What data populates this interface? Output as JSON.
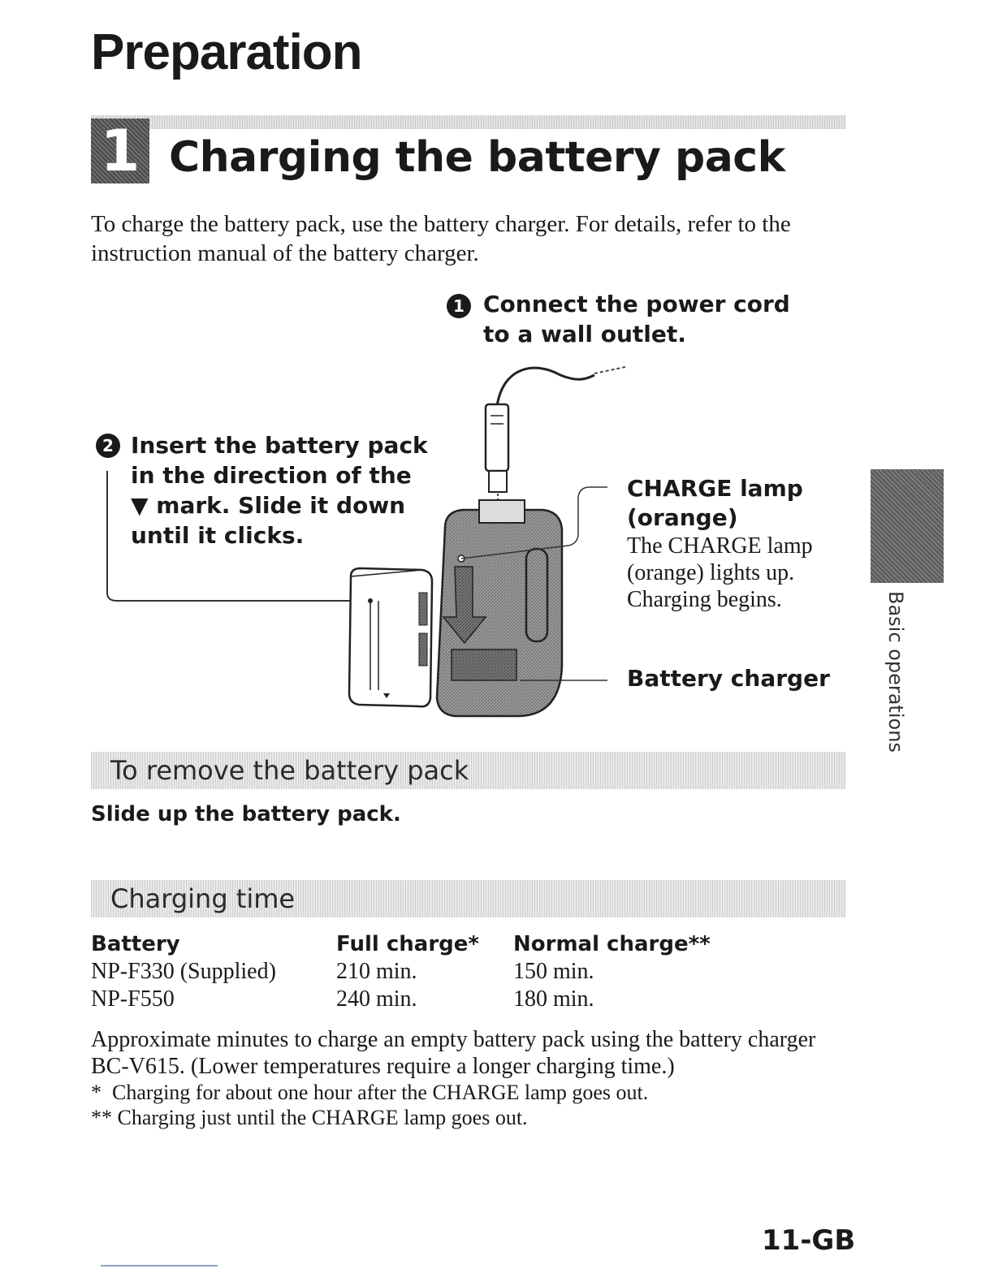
{
  "page": {
    "title": "Preparation",
    "page_number": "11-GB",
    "side_tab_label": "Basic operations"
  },
  "section": {
    "number": "1",
    "title": "Charging the battery pack",
    "intro": "To charge the battery pack, use the battery charger. For details, refer to the instruction manual of the battery charger."
  },
  "steps": [
    {
      "marker": "1",
      "lines": [
        "Connect the power cord",
        "to a wall outlet."
      ]
    },
    {
      "marker": "2",
      "lines": [
        "Insert the battery pack",
        "in the direction of the",
        "▼ mark. Slide it down",
        "until it clicks."
      ]
    }
  ],
  "callouts": {
    "charge_lamp": {
      "heading": [
        "CHARGE lamp",
        "(orange)"
      ],
      "body": [
        "The CHARGE lamp",
        "(orange) lights up.",
        "Charging begins."
      ]
    },
    "battery_charger": {
      "heading": "Battery charger"
    }
  },
  "remove": {
    "heading": "To remove the battery pack",
    "text": "Slide up the battery pack."
  },
  "charging_time": {
    "heading": "Charging time",
    "columns": [
      "Battery",
      "Full charge*",
      "Normal charge**"
    ],
    "rows": [
      [
        "NP-F330 (Supplied)",
        "210 min.",
        "150 min."
      ],
      [
        "NP-F550",
        "240 min.",
        "180 min."
      ]
    ],
    "note": "Approximate minutes to charge an empty battery pack using the battery charger BC-V615. (Lower temperatures require a longer charging time.)",
    "footnotes": [
      "*  Charging for about one hour after the CHARGE lamp goes out.",
      "** Charging just until the CHARGE lamp goes out."
    ]
  }
}
